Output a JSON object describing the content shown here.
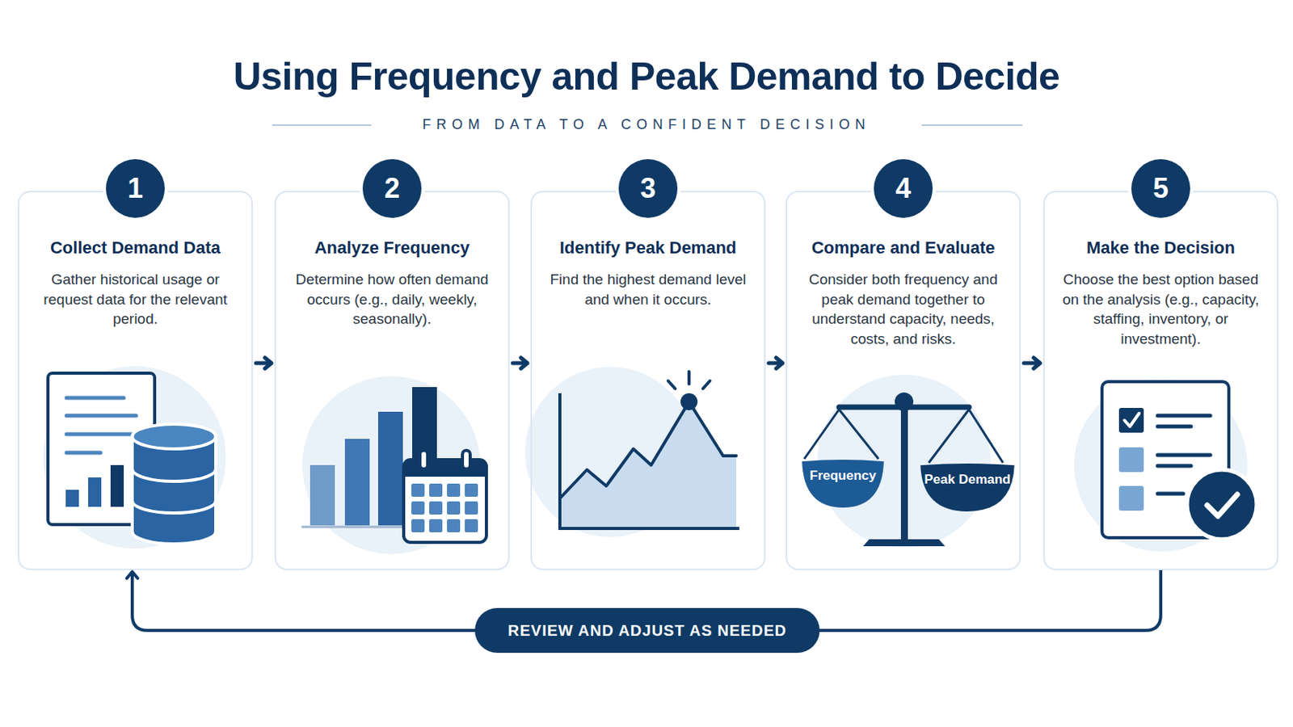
{
  "diagram": {
    "title": "Using Frequency and Peak Demand to Decide",
    "nodes": [
      {
        "text": [
          "1"
        ]
      },
      {
        "text": [
          "Collect Demand Data",
          "Gather historical usage or request data for the relevant period."
        ]
      },
      {
        "text": [
          "2"
        ]
      },
      {
        "text": [
          "Analyze Frequency",
          "Determine how often demand occurs (e.g., daily, weekly, seasonally)."
        ]
      },
      {
        "text": [
          "3"
        ]
      },
      {
        "text": [
          "Identify Peak Demand",
          "Find the highest demand level and when it occurs."
        ]
      },
      {
        "text": [
          "4"
        ]
      },
      {
        "text": [
          "Compare and Evaluate",
          "Consider both frequency and peak demand together to understand capacity, needs, costs, and risks."
        ]
      },
      {
        "text": [
          "Frequency"
        ],
        "in": 7
      },
      {
        "text": [
          "Peak Demand"
        ],
        "in": 7
      },
      {
        "text": [
          "5"
        ]
      },
      {
        "text": [
          "Make the Decision",
          "Choose the best option based on the analysis (e.g., capacity, staffing, inventory, or investment)."
        ]
      },
      {
        "text": [
          "REVIEW AND ADJUST AS NEEDED"
        ]
      }
    ],
    "edges": [
      {
        "from": 1,
        "to": 3,
        "arrow": "to"
      },
      {
        "from": 3,
        "to": 5,
        "arrow": "to"
      },
      {
        "from": 5,
        "to": 7,
        "arrow": "to"
      },
      {
        "from": 7,
        "to": 11,
        "arrow": "to"
      },
      {
        "from": 11,
        "to": 12,
        "arrow": "none"
      },
      {
        "from": 12,
        "to": 1,
        "arrow": "to"
      }
    ],
    "labels": [
      "FROM DATA TO A CONFIDENT DECISION"
    ]
  }
}
